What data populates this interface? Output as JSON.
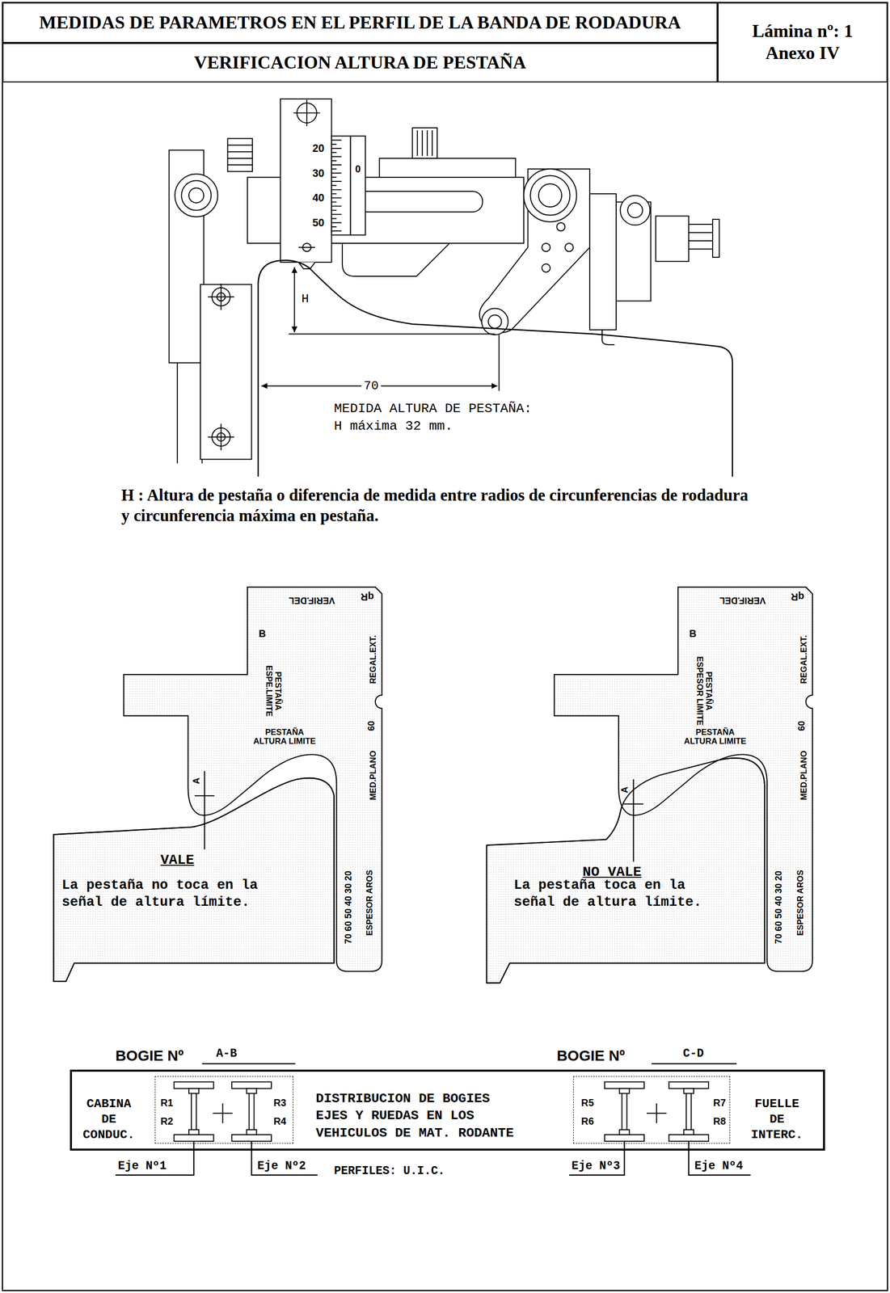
{
  "diagram": {
    "nodes": [
      {
        "text": [
          "MEDIDAS DE PARAMETROS EN EL PERFIL DE LA BANDA DE RODADURA"
        ]
      },
      {
        "text": [
          "VERIFICACION ALTURA DE PESTAÑA"
        ]
      },
      {
        "text": [
          "Lámina nº: 1",
          "Anexo IV"
        ]
      },
      {
        "text": [
          "CABINA DE CONDUC.",
          "DISTRIBUCION DE BOGIES EJES Y RUEDAS EN LOS VEHICULOS DE MAT. RODANTE",
          "FUELLE DE INTERC."
        ]
      },
      {
        "text": [
          "R1",
          "R2",
          "R3",
          "R4"
        ],
        "in": 3
      },
      {
        "text": [
          "R5",
          "R6",
          "R7",
          "R8"
        ],
        "in": 3
      }
    ],
    "labels": [
      "20",
      "30",
      "40",
      "50",
      "0",
      "H",
      "70",
      "MEDIDA ALTURA DE PESTAÑA: H máxima 32 mm.",
      "H : Altura de pestaña o diferencia de medida entre radios de circunferencias de rodadura y circunferencia máxima en pestaña.",
      "VERIF.DEL",
      "qR",
      "B",
      "PESTAÑA ESPE.LIMITE",
      "REGAL.EXT.",
      "60",
      "PESTAÑA ALTURA LIMITE",
      "MED.PLANO",
      "70 60 50 40 30 20",
      "ESPESOR AROS",
      "A",
      "VALE",
      "La pestaña no toca en la señal de altura límite.",
      "VERIF.DEL",
      "qR",
      "B",
      "PESTAÑA ESPESOR LIMITE",
      "REGAL.EXT.",
      "60",
      "PESTAÑA ALTURA LIMITE",
      "MED.PLANO",
      "70 60 50 40 30 20",
      "ESPESOR AROS",
      "A",
      "NO VALE",
      "La pestaña toca en la señal de altura límite.",
      "BOGIE Nº",
      "A-B",
      "BOGIE Nº",
      "C-D",
      "Eje Nº1",
      "Eje Nº2",
      "PERFILES: U.I.C.",
      "Eje Nº3",
      "Eje Nº4"
    ]
  }
}
